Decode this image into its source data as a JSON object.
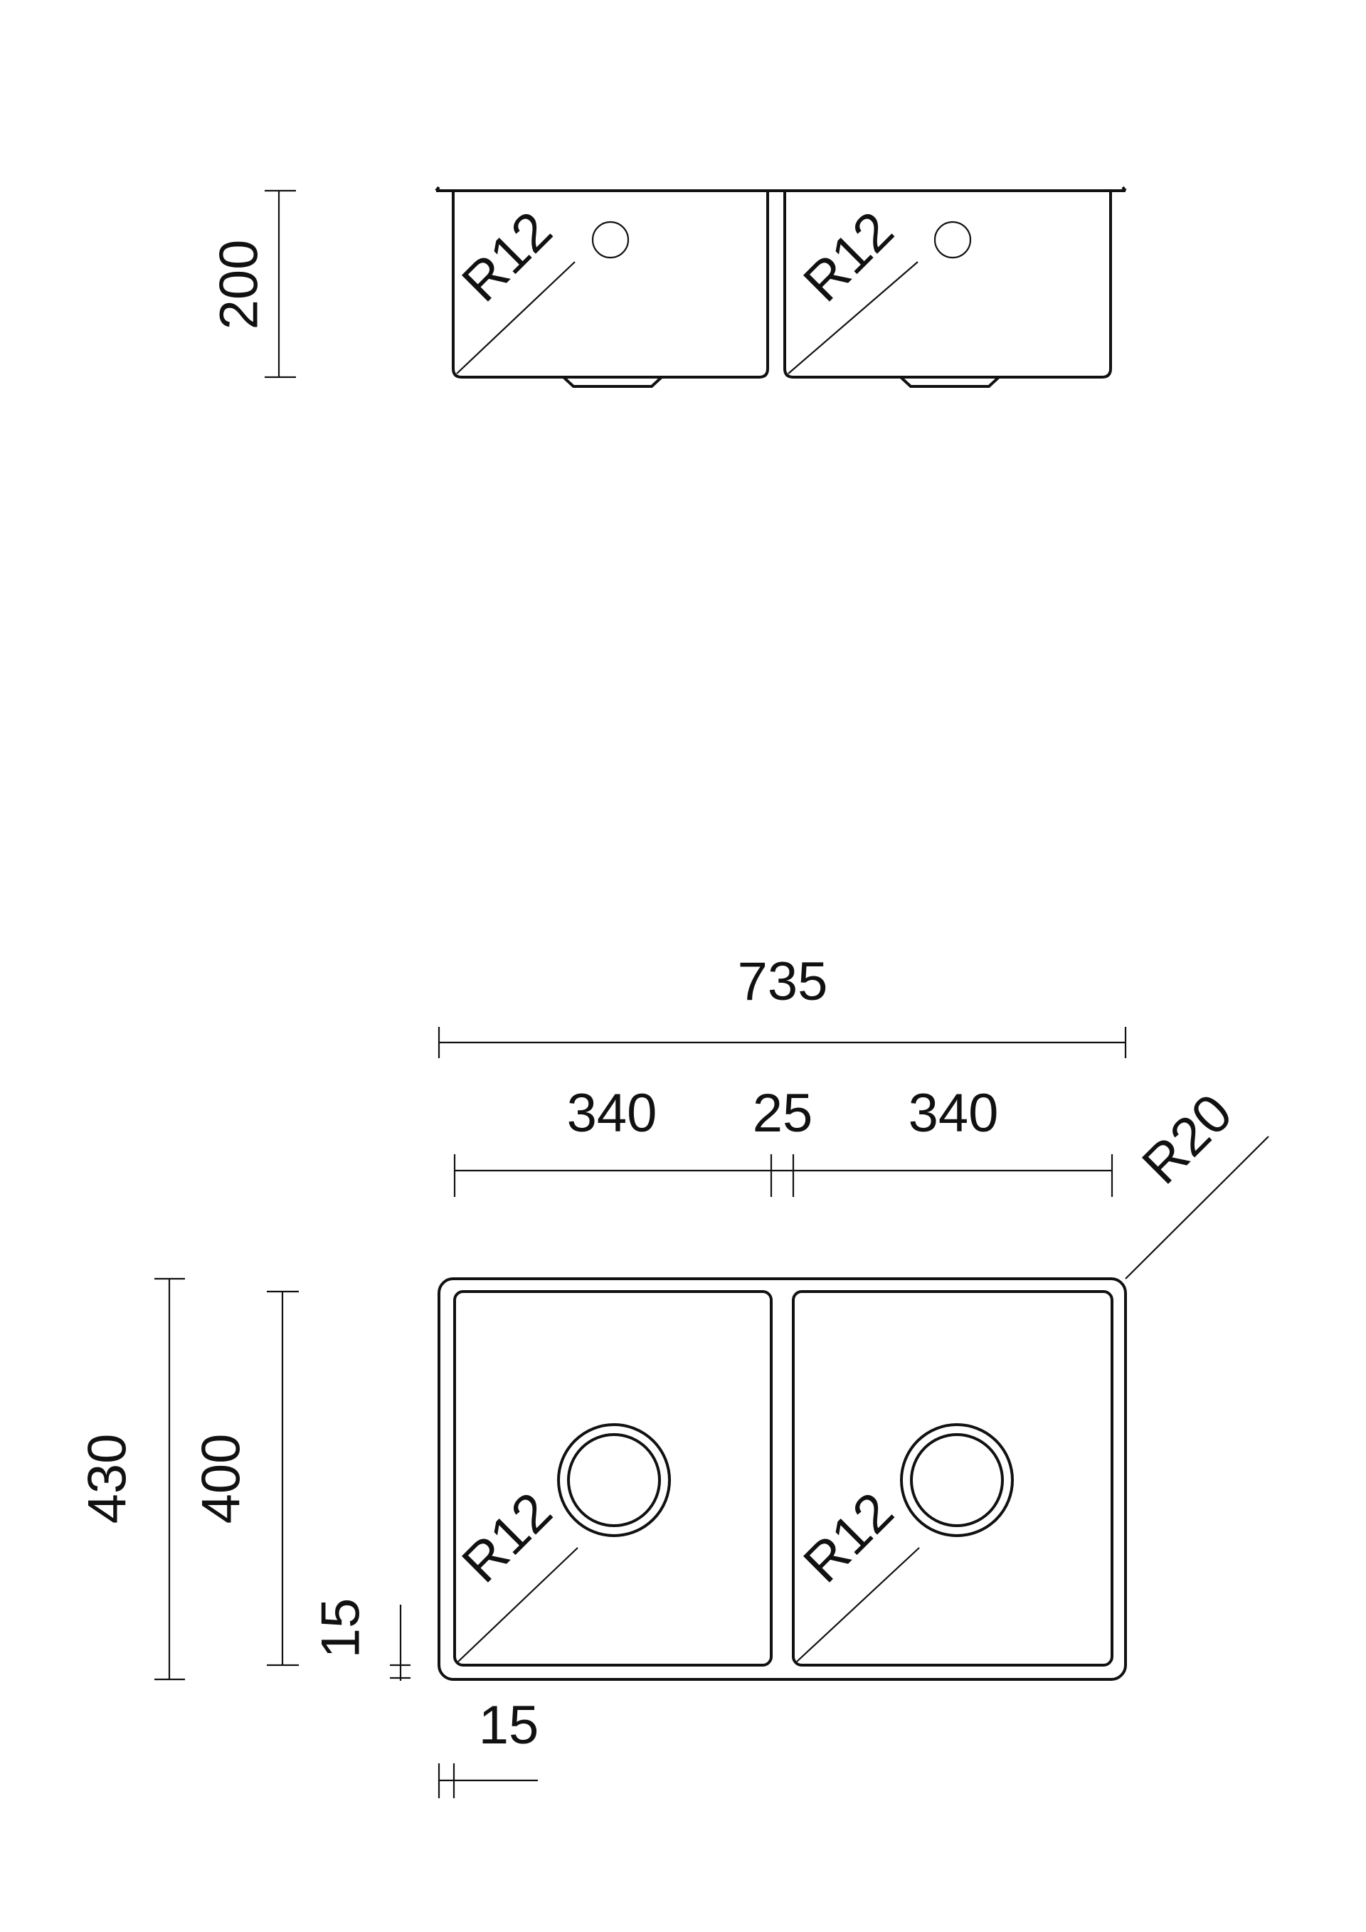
{
  "side_view": {
    "height_label": "200",
    "left_radius_label": "R12",
    "right_radius_label": "R12"
  },
  "top_view": {
    "overall_width_label": "735",
    "left_bowl_width_label": "340",
    "divider_width_label": "25",
    "right_bowl_width_label": "340",
    "corner_radius_label": "R20",
    "overall_depth_label": "430",
    "bowl_depth_label": "400",
    "rim_vertical_label": "15",
    "rim_horizontal_label": "15",
    "left_radius_label": "R12",
    "right_radius_label": "R12"
  }
}
